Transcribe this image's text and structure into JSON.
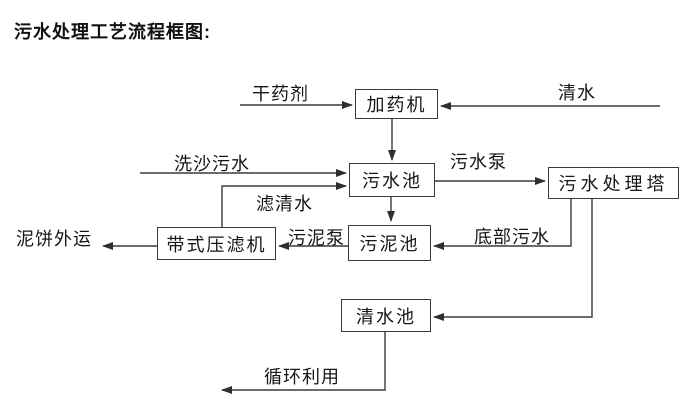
{
  "title": "污水处理工艺流程框图:",
  "diagram": {
    "nodes": {
      "dosing_machine": "加药机",
      "sewage_pool": "污水池",
      "treatment_tower": "污水处理塔",
      "sludge_pool": "污泥池",
      "belt_filter_press": "带式压滤机",
      "clean_water_pool": "清水池"
    },
    "labels": {
      "dry_chemical": "干药剂",
      "clean_water": "清水",
      "sand_washing_sewage": "洗沙污水",
      "sewage_pump": "污水泵",
      "filtered_water": "滤清水",
      "sludge_pump": "污泥泵",
      "bottom_sewage": "底部污水",
      "mud_cake_out": "泥饼外运",
      "recycling": "循环利用"
    },
    "edges": [
      {
        "from": "干药剂",
        "to": "加药机",
        "label": ""
      },
      {
        "from": "清水",
        "to": "加药机",
        "label": ""
      },
      {
        "from": "加药机",
        "to": "污水池",
        "label": ""
      },
      {
        "from": "洗沙污水",
        "to": "污水池",
        "label": ""
      },
      {
        "from": "带式压滤机",
        "to": "污水池",
        "label": "滤清水"
      },
      {
        "from": "污水池",
        "to": "污水处理塔",
        "label": "污水泵"
      },
      {
        "from": "污水池",
        "to": "污泥池",
        "label": ""
      },
      {
        "from": "污水处理塔",
        "to": "污泥池",
        "label": "底部污水"
      },
      {
        "from": "污泥池",
        "to": "带式压滤机",
        "label": "污泥泵"
      },
      {
        "from": "带式压滤机",
        "to": "泥饼外运",
        "label": ""
      },
      {
        "from": "污水处理塔",
        "to": "清水池",
        "label": ""
      },
      {
        "from": "清水池",
        "to": "循环利用",
        "label": ""
      }
    ],
    "colors": {
      "background": "#ffffff",
      "line": "#3a3a3a",
      "text": "#161616",
      "box_border": "#3a3a3a"
    }
  }
}
